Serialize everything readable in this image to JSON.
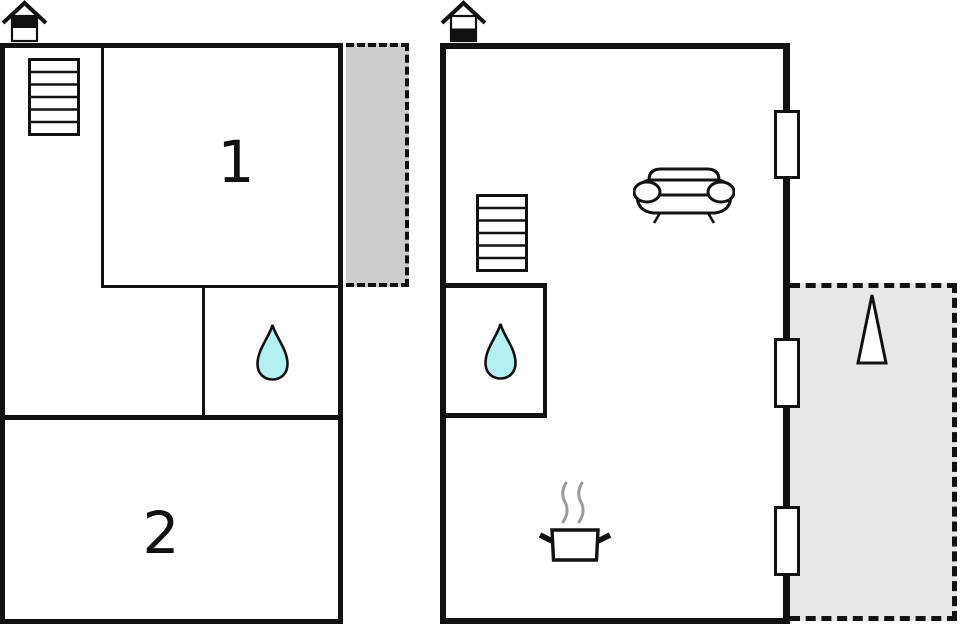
{
  "title": "Holiday home floor plan, two floors",
  "palette": {
    "wall": "#111111",
    "water": "#b4f0f2",
    "annex": "#cccccc",
    "terrace": "#e7e7e7",
    "steam": "#999999",
    "paper": "#ffffff"
  },
  "upper_floor": {
    "rooms": [
      {
        "label": "1"
      },
      {
        "label": "2"
      }
    ],
    "icons": [
      "chimney-icon",
      "staircase-icon",
      "water-drop-icon"
    ],
    "annex": {
      "type": "covered-area",
      "style": "gray-dashed"
    }
  },
  "ground_floor": {
    "icons": [
      "chimney-icon",
      "staircase-icon",
      "water-drop-icon",
      "sofa-icon",
      "cooking-pot-icon",
      "tree-icon"
    ],
    "windows_count": 3,
    "terrace": {
      "type": "terrace",
      "style": "gray-dashed"
    }
  }
}
